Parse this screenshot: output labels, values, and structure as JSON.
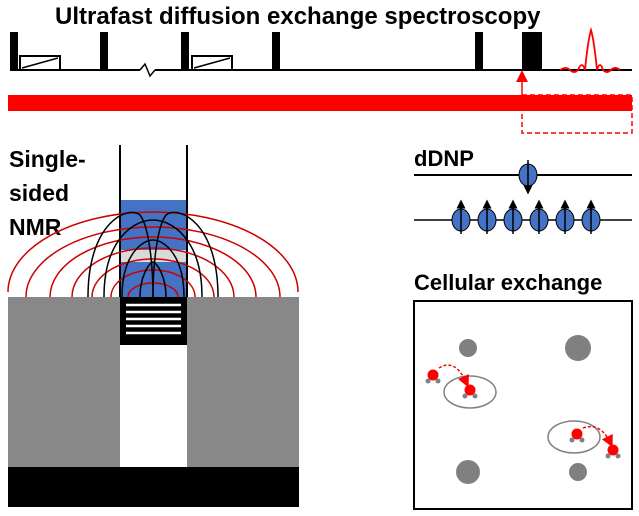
{
  "title": "Ultrafast diffusion exchange spectroscopy",
  "nmr_label": "Single-sided NMR",
  "ddnp_label": "dDNP",
  "cellular_label": "Cellular exchange",
  "colors": {
    "red": "#ff0000",
    "magnet_gray": "#888888",
    "blue": "#4472c4",
    "light_blue": "#7f9fd6",
    "cell_gray": "#808080",
    "black": "#000000"
  }
}
